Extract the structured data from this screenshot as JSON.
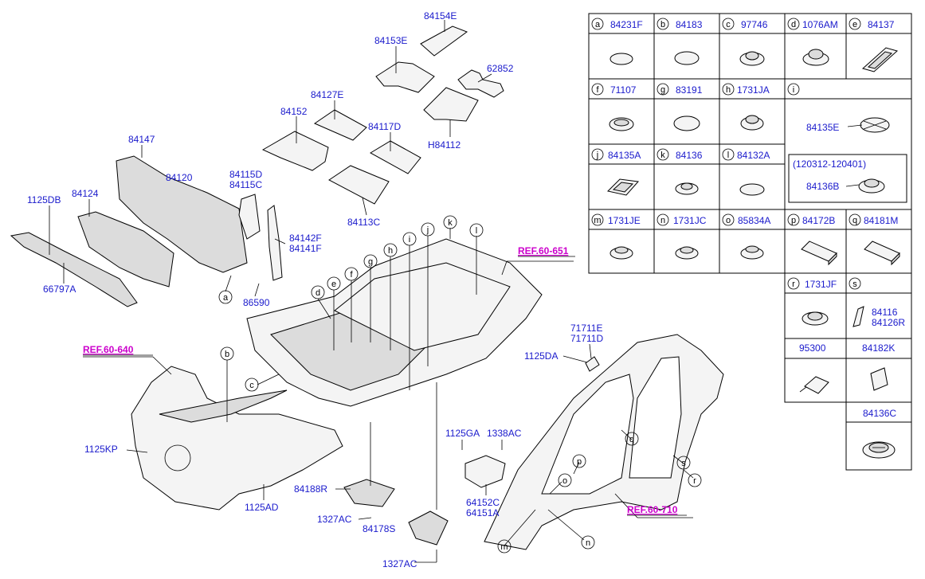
{
  "callouts": {
    "p84154E": "84154E",
    "p84153E": "84153E",
    "p62852": "62852",
    "p84127E": "84127E",
    "p84152": "84152",
    "p84117D": "84117D",
    "pH84112": "H84112",
    "p84113C": "84113C",
    "p84147": "84147",
    "p84120": "84120",
    "p84115D": "84115D",
    "p84115C": "84115C",
    "p1125DB": "1125DB",
    "p84124": "84124",
    "p84142F": "84142F",
    "p84141F": "84141F",
    "p66797A": "66797A",
    "p86590": "86590",
    "p71711E": "71711E",
    "p71711D": "71711D",
    "p1125DA": "1125DA",
    "p1125KP": "1125KP",
    "p1125AD": "1125AD",
    "p84188R": "84188R",
    "p1327AC_a": "1327AC",
    "p84178S": "84178S",
    "p1327AC_b": "1327AC",
    "p1125GA": "1125GA",
    "p1338AC": "1338AC",
    "p64152C": "64152C",
    "p64151A": "64151A"
  },
  "refs": {
    "ref651": "REF.60-651",
    "ref640": "REF.60-640",
    "ref710": "REF.60-710"
  },
  "letters": {
    "a": "a",
    "b": "b",
    "c": "c",
    "d": "d",
    "e": "e",
    "f": "f",
    "g": "g",
    "h": "h",
    "i": "i",
    "j": "j",
    "k": "k",
    "l": "l",
    "m": "m",
    "n": "n",
    "o": "o",
    "p": "p",
    "q": "q",
    "r": "r",
    "s": "s"
  },
  "legend": {
    "row1": [
      {
        "letter": "a",
        "part": "84231F"
      },
      {
        "letter": "b",
        "part": "84183"
      },
      {
        "letter": "c",
        "part": "97746"
      },
      {
        "letter": "d",
        "part": "1076AM"
      },
      {
        "letter": "e",
        "part": "84137"
      }
    ],
    "row2": [
      {
        "letter": "f",
        "part": "71107"
      },
      {
        "letter": "g",
        "part": "83191"
      },
      {
        "letter": "h",
        "part": "1731JA"
      },
      {
        "letter": "i",
        "part": ""
      }
    ],
    "i_part": "84135E",
    "row3": [
      {
        "letter": "j",
        "part": "84135A"
      },
      {
        "letter": "k",
        "part": "84136"
      },
      {
        "letter": "l",
        "part": "84132A"
      }
    ],
    "box_dates": "(120312-120401)",
    "box_part": "84136B",
    "row4": [
      {
        "letter": "m",
        "part": "1731JE"
      },
      {
        "letter": "n",
        "part": "1731JC"
      },
      {
        "letter": "o",
        "part": "85834A"
      },
      {
        "letter": "p",
        "part": "84172B"
      },
      {
        "letter": "q",
        "part": "84181M"
      }
    ],
    "row5": [
      {
        "letter": "r",
        "part": "1731JF"
      },
      {
        "letter": "s",
        "part": ""
      }
    ],
    "s_part1": "84116",
    "s_part2": "84126R",
    "row6": [
      {
        "part": "95300"
      },
      {
        "part": "84182K"
      }
    ],
    "row7": [
      {
        "part": "84136C"
      }
    ]
  }
}
